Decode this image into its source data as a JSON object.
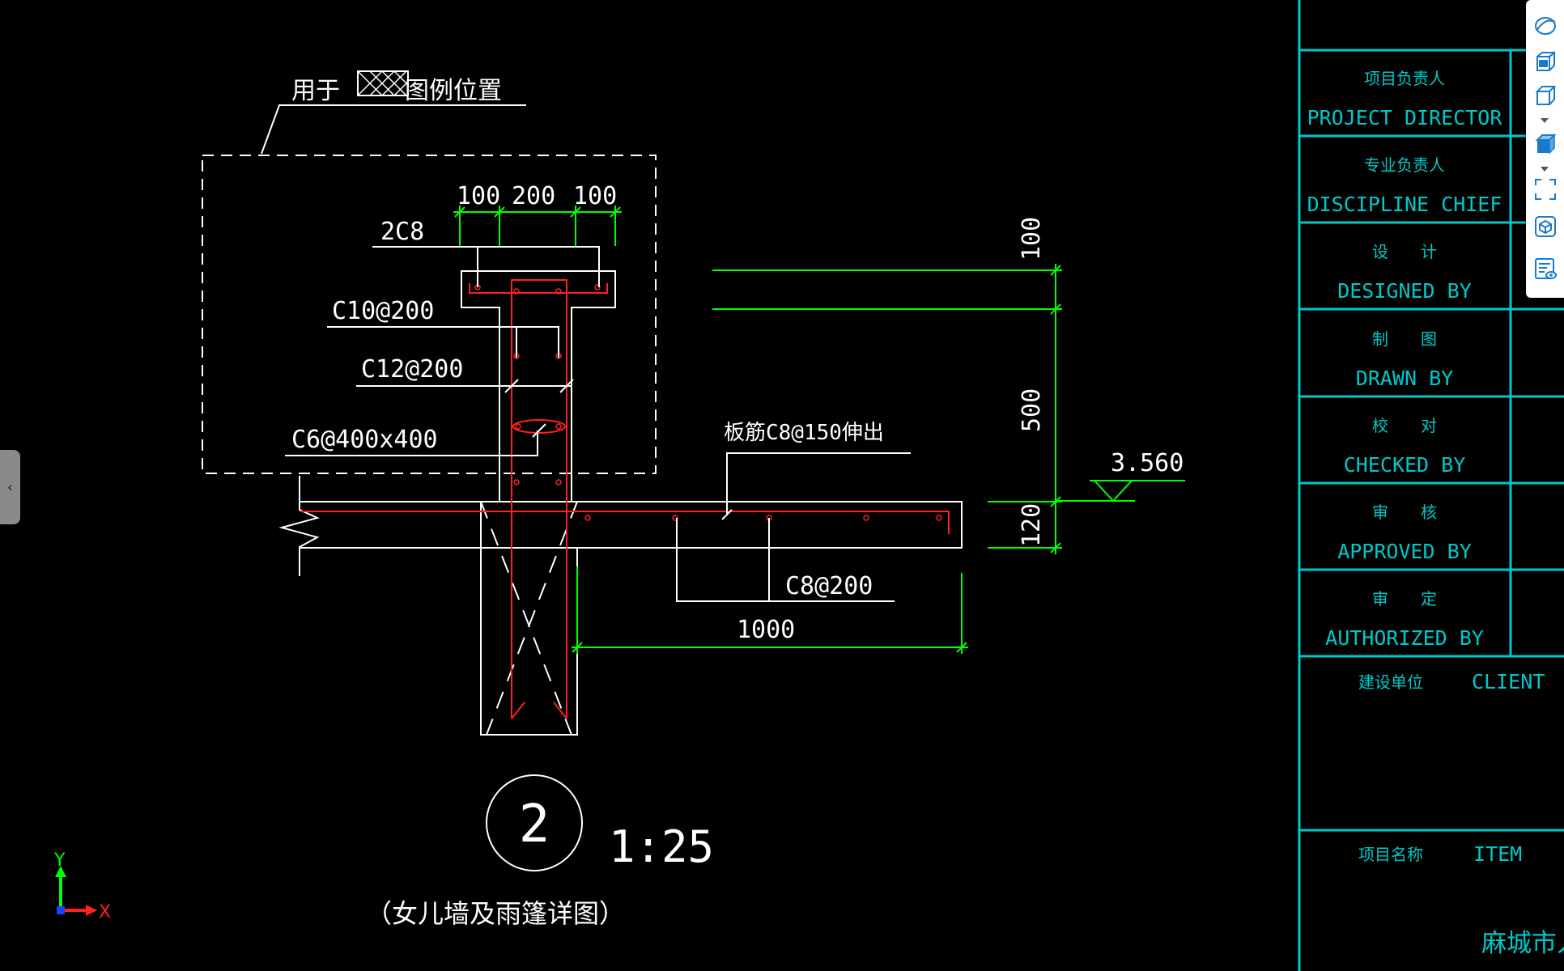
{
  "drawing": {
    "legend_prefix": "用于",
    "legend_suffix": "图例位置",
    "dims_top": [
      "100",
      "200",
      "100"
    ],
    "label_2c8": "2C8",
    "label_c10": "C10@200",
    "label_c12": "C12@200",
    "label_c6": "C6@400x400",
    "label_slab_rebar": "板筋C8@150伸出",
    "label_c8": "C8@200",
    "dim_1000": "1000",
    "dim_100": "100",
    "dim_500": "500",
    "dim_120": "120",
    "elevation": "3.560",
    "detail_number": "2",
    "scale": "1:25",
    "detail_title": "（女儿墙及雨篷详图）",
    "axis_y": "Y",
    "axis_x": "X"
  },
  "title_block": {
    "rows": [
      {
        "cn": "项目负责人",
        "en": "PROJECT DIRECTOR"
      },
      {
        "cn": "专业负责人",
        "en": "DISCIPLINE CHIEF"
      },
      {
        "cn": "设　　计",
        "en": "DESIGNED BY"
      },
      {
        "cn": "制　　图",
        "en": "DRAWN BY"
      },
      {
        "cn": "校　　对",
        "en": "CHECKED BY"
      },
      {
        "cn": "审　　核",
        "en": "APPROVED BY"
      },
      {
        "cn": "审　　定",
        "en": "AUTHORIZED BY"
      }
    ],
    "client_cn": "建设单位",
    "client_en": "CLIENT",
    "item_cn": "项目名称",
    "item_en": "ITEM",
    "project_name": "麻城市人民医"
  },
  "toolbar": {
    "icons": [
      "orbit-icon",
      "view-3d-icon",
      "cube-view-icon",
      "cube-shaded-icon",
      "fit-extents-icon",
      "model-view-icon",
      "layer-properties-icon"
    ]
  },
  "colors": {
    "background": "#000000",
    "line_white": "#ffffff",
    "rebar_red": "#ff2020",
    "dim_green": "#00ff00",
    "titleblock_cyan": "#00c8c8"
  }
}
